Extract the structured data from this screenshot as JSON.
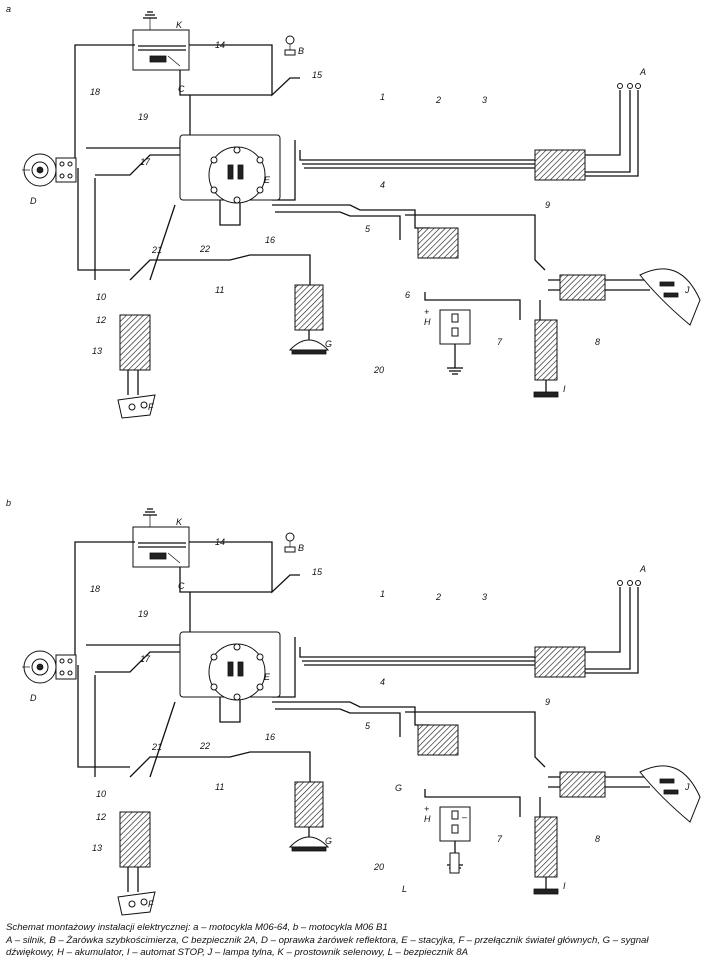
{
  "panels": [
    "a",
    "b"
  ],
  "wire_numbers": [
    "1",
    "2",
    "3",
    "4",
    "5",
    "6",
    "7",
    "8",
    "9",
    "10",
    "11",
    "12",
    "13",
    "14",
    "15",
    "16",
    "17",
    "18",
    "19",
    "20",
    "21",
    "22"
  ],
  "component_letters": {
    "A": "A",
    "B": "B",
    "C": "C",
    "D": "D",
    "E": "E",
    "F": "F",
    "G": "G",
    "H": "H",
    "I": "I",
    "J": "J",
    "K": "K",
    "L": "L"
  },
  "battery_marks": {
    "plus": "+",
    "minus": "–"
  },
  "caption": {
    "line1": "Schemat montażowy instalacji elektrycznej: a – motocykla M06-64, b – motocykla M06 B1",
    "line2": "A – silnik, B – Żarówka szybkościmierza, C bezpiecznik 2A, D – oprawka żarówek reflektora, E – stacyjka, F – przełącznik świateł głównych, G – sygnał",
    "line3": "dźwiękowy, H – akumulator, I – automat STOP, J – lampa tylna, K – prostownik selenowy, L – bezpiecznik 8A"
  }
}
